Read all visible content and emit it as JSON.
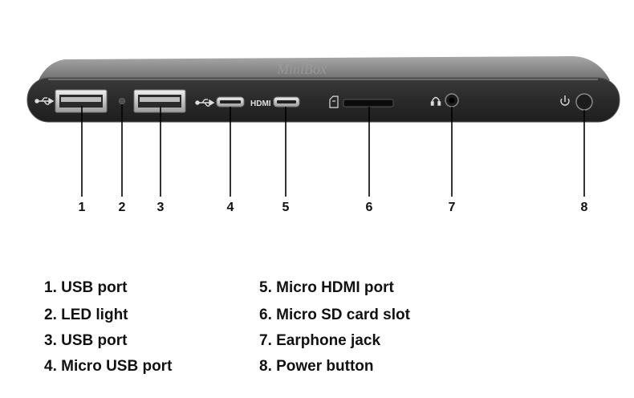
{
  "device": {
    "logo_text": "MiniBox",
    "hdmi_label": "HDMI"
  },
  "callouts": [
    {
      "number": "1",
      "part": "usb-port-1"
    },
    {
      "number": "2",
      "part": "led-light"
    },
    {
      "number": "3",
      "part": "usb-port-3"
    },
    {
      "number": "4",
      "part": "micro-usb-port"
    },
    {
      "number": "5",
      "part": "micro-hdmi-port"
    },
    {
      "number": "6",
      "part": "micro-sd-card-slot"
    },
    {
      "number": "7",
      "part": "earphone-jack"
    },
    {
      "number": "8",
      "part": "power-button"
    }
  ],
  "legend": {
    "left": [
      "1. USB port",
      "2. LED light",
      "3. USB port",
      "4. Micro USB port"
    ],
    "right": [
      "5. Micro HDMI port",
      "6. Micro SD card slot",
      "7. Earphone jack",
      "8. Power button"
    ]
  },
  "colors": {
    "body_dark": "#2e2e2e",
    "body_top": "#8a8a8a",
    "port_metal": "#d4d4d4",
    "leader_line": "#000000"
  },
  "icons": [
    "usb-icon",
    "sd-card-icon",
    "headphone-icon",
    "power-icon"
  ]
}
